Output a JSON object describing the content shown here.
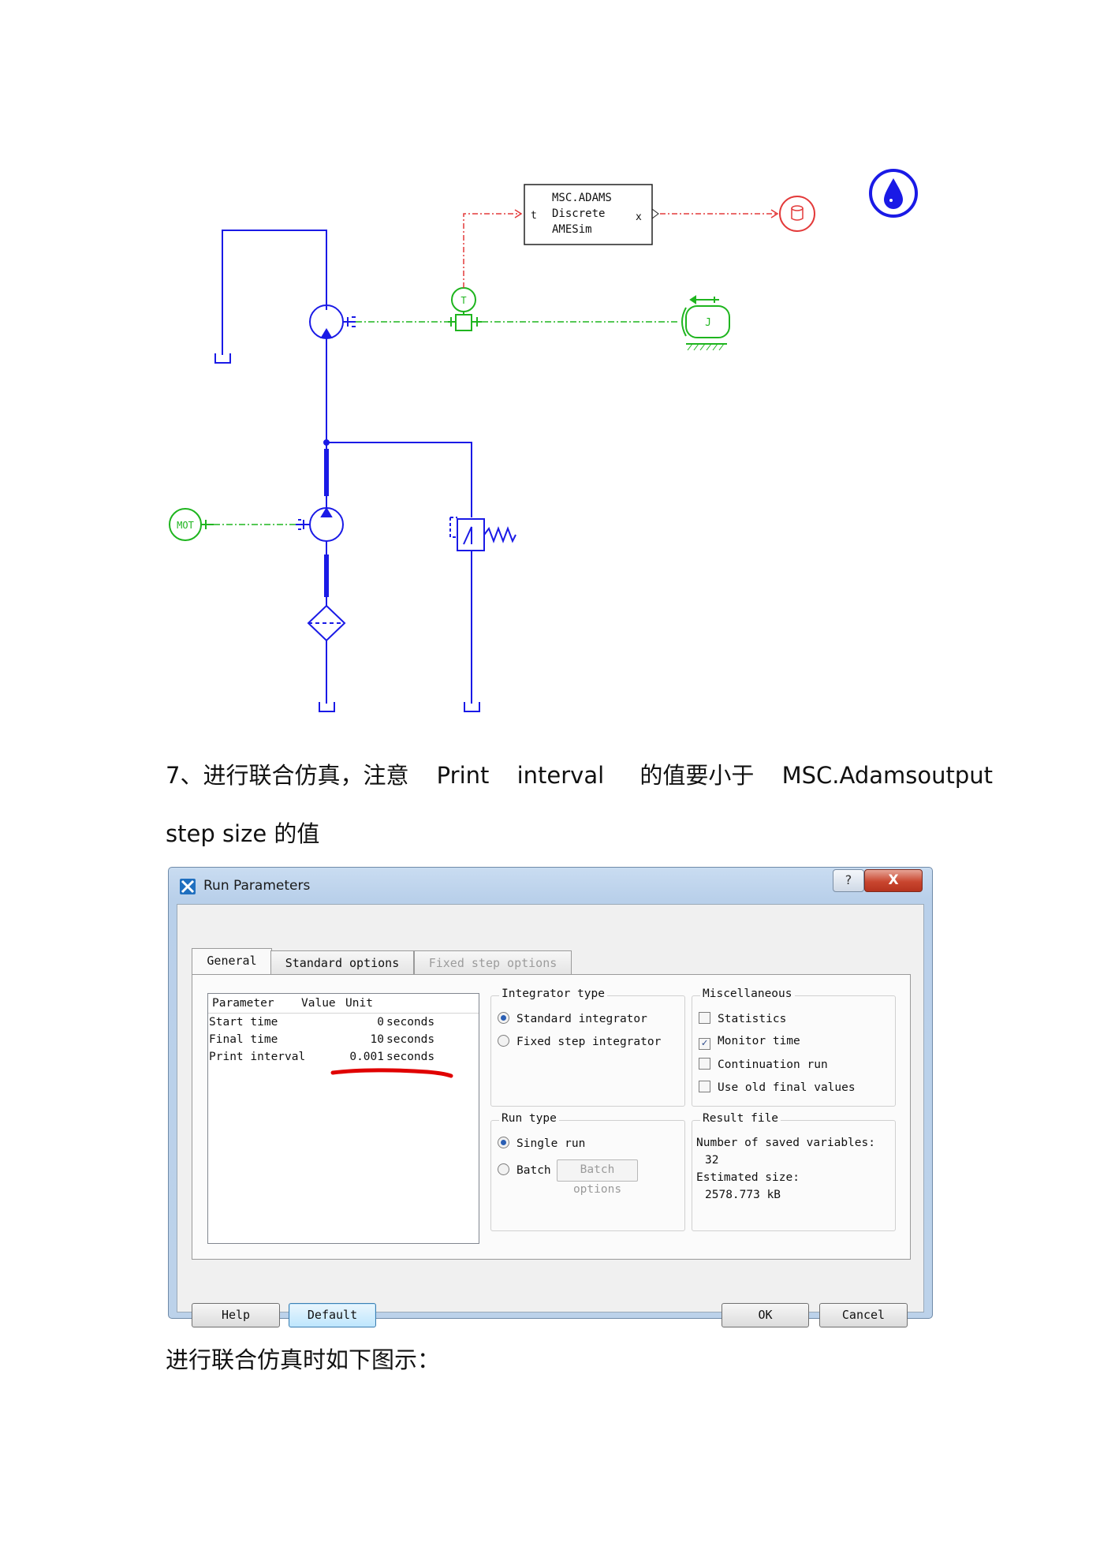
{
  "schematic": {
    "block_label": [
      "MSC.ADAMS",
      "Discrete",
      "AMESim"
    ],
    "block_port_in": "t",
    "block_port_out": "x",
    "torque_sensor": "T",
    "inertia": "J",
    "motor": "MOT"
  },
  "text": {
    "step7_part1": "7、进行联合仿真，注意",
    "step7_print": "Print",
    "step7_interval": "interval",
    "step7_part2": "的值要小于",
    "step7_adams": "MSC.Adams",
    "step7_output": "output",
    "step7_line2_a": "step size",
    "step7_line2_b": "的值",
    "after_dialog": "进行联合仿真时如下图示："
  },
  "dialog": {
    "title": "Run Parameters",
    "help_glyph": "?",
    "close_glyph": "X",
    "tabs": [
      "General",
      "Standard options",
      "Fixed step options"
    ],
    "table": {
      "headers": [
        "Parameter",
        "Value",
        "Unit"
      ],
      "rows": [
        {
          "param": "Start time",
          "value": "0",
          "unit": "seconds"
        },
        {
          "param": "Final time",
          "value": "10",
          "unit": "seconds"
        },
        {
          "param": "Print interval",
          "value": "0.001",
          "unit": "seconds"
        }
      ]
    },
    "integrator": {
      "label": "Integrator type",
      "options": [
        "Standard integrator",
        "Fixed step integrator"
      ],
      "selected": "Standard integrator"
    },
    "misc": {
      "label": "Miscellaneous",
      "options": [
        {
          "label": "Statistics",
          "checked": false
        },
        {
          "label": "Monitor time",
          "checked": true
        },
        {
          "label": "Continuation run",
          "checked": false
        },
        {
          "label": "Use old final values",
          "checked": false
        }
      ]
    },
    "run_type": {
      "label": "Run type",
      "options": [
        "Single run",
        "Batch"
      ],
      "selected": "Single run",
      "batch_button": "Batch options"
    },
    "result_file": {
      "label": "Result file",
      "saved_vars_label": "Number of saved variables:",
      "saved_vars_value": "32",
      "size_label": "Estimated size:",
      "size_value": "2578.773 kB"
    },
    "buttons": {
      "help": "Help",
      "default": "Default",
      "ok": "OK",
      "cancel": "Cancel"
    }
  },
  "colors": {
    "hydraulic": "#1a1ae6",
    "mechanical": "#1fb51f",
    "signal": "#e33a3a",
    "underline": "#e00000"
  }
}
